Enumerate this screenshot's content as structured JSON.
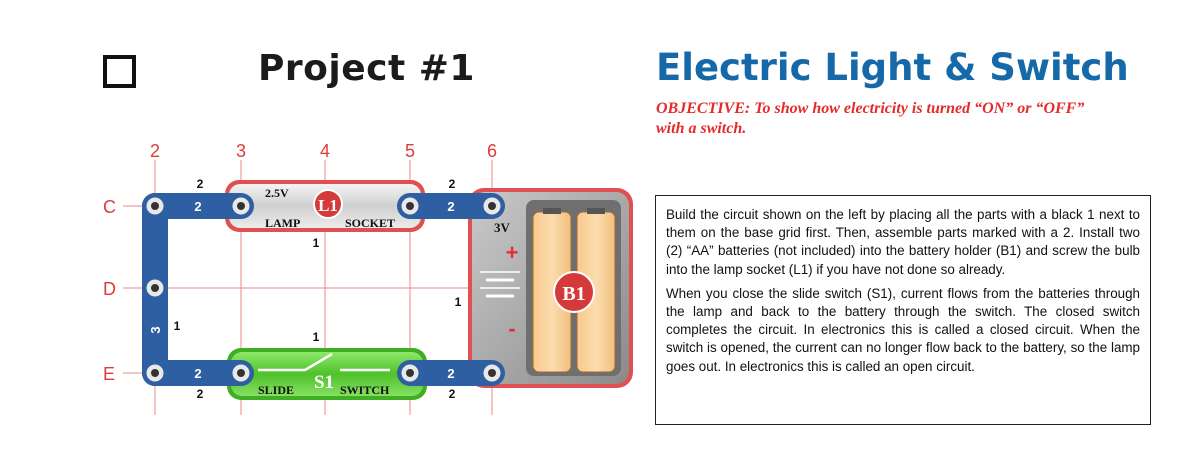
{
  "header": {
    "project_title": "Project #1",
    "main_title": "Electric Light & Switch",
    "objective_line1": "OBJECTIVE:  To show how electricity is turned “ON” or “OFF”",
    "objective_line2": "with a switch."
  },
  "description": {
    "paragraph1": "Build the circuit shown on the left by placing all the parts with a black 1 next to them on the base grid first.  Then, assemble parts marked with a 2.  Install two (2) “AA” batteries (not included) into the battery holder (B1) and screw the bulb into the lamp socket (L1) if you have not done so already.",
    "paragraph2": "When you close the slide switch (S1), current flows from the batteries through the lamp and back to the battery through the switch.  The closed switch completes the circuit.  In electronics this is called a closed circuit.  When the switch is opened, the current can no longer flow back to the battery, so the lamp goes out.  In electronics this is called an open circuit."
  },
  "circuit": {
    "column_labels": [
      "2",
      "3",
      "4",
      "5",
      "6"
    ],
    "row_labels": [
      "C",
      "D",
      "E"
    ],
    "lamp": {
      "voltage": "2.5V",
      "id": "L1",
      "label_left": "LAMP",
      "label_right": "SOCKET"
    },
    "switch": {
      "id": "S1",
      "label_left": "SLIDE",
      "label_right": "SWITCH"
    },
    "battery": {
      "id": "B1",
      "voltage": "3V",
      "plus": "+",
      "minus": "-"
    },
    "snap_labels": {
      "top_left": "2",
      "top_right": "2",
      "bottom_left": "2",
      "bottom_right": "2",
      "left_vertical": "3"
    },
    "level_markers": {
      "top_left": "2",
      "top_right": "2",
      "bottom_left": "2",
      "bottom_right": "2",
      "lamp": "1",
      "switch": "1",
      "left_vertical": "1",
      "battery": "1"
    }
  },
  "colors": {
    "title_blue": "#1669a8",
    "objective_red": "#e32b2b",
    "grid_red": "#e03a3a",
    "wire_blue": "#2e5fa3",
    "switch_green": "#5fcf3a",
    "battery_gray": "#8c8c8c"
  }
}
